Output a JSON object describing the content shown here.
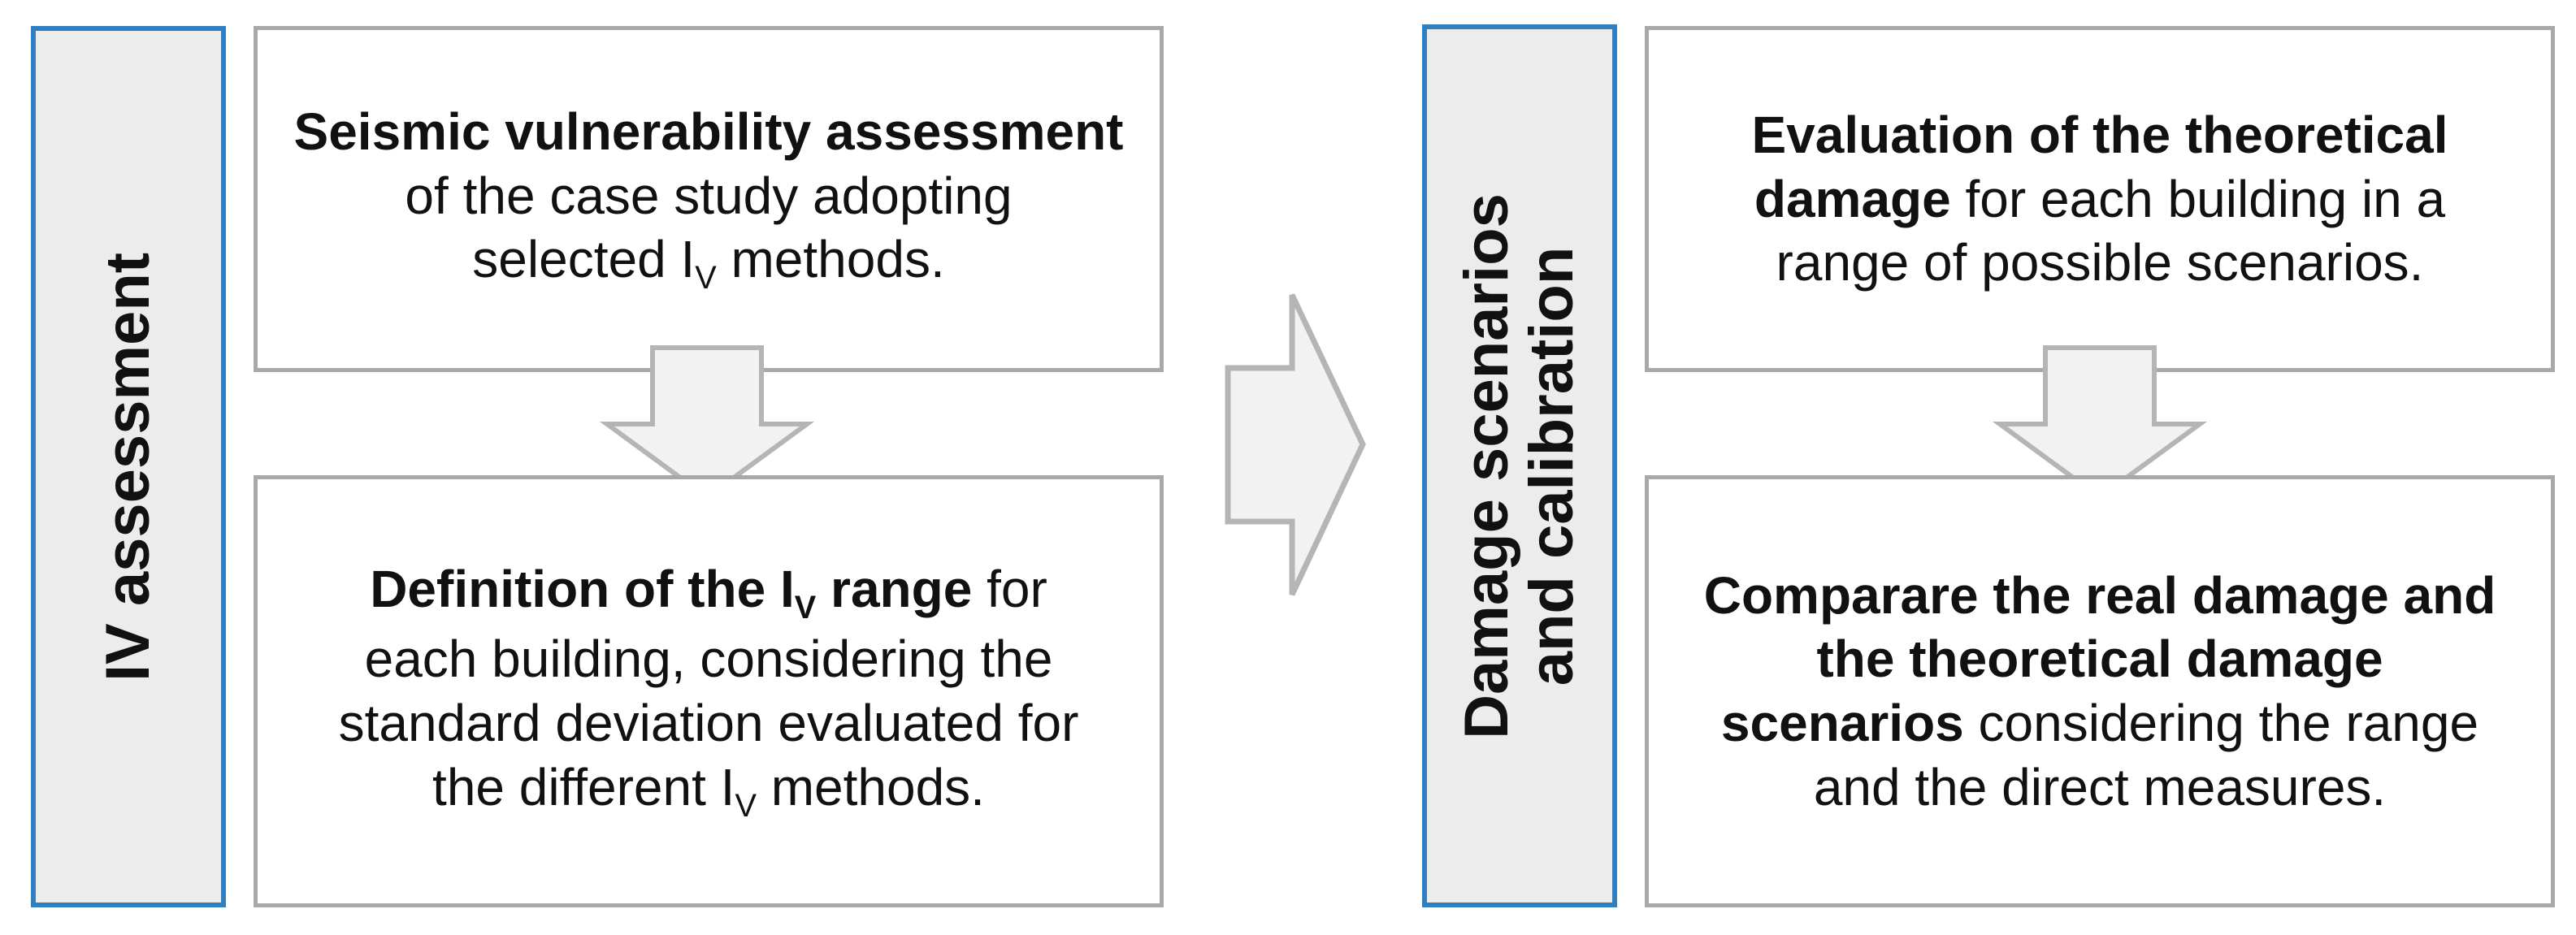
{
  "left_panel": {
    "title": "IV assessment",
    "step1": {
      "bold": "Seismic vulnerability assessment",
      "text_a": "of the case study adopting",
      "text_b": "selected I",
      "sub": "V",
      "text_c": "methods."
    },
    "step2": {
      "bold_a": "Definition of the I",
      "bold_sub": "V",
      "bold_b": "range",
      "text_a": "for",
      "text_b": "each building, considering the",
      "text_c": "standard deviation evaluated for",
      "text_d": "the different I",
      "sub": "V",
      "text_e": "methods."
    }
  },
  "right_panel": {
    "title_line1": "Damage scenarios",
    "title_line2": "and calibration",
    "step1": {
      "bold_a": "Evaluation of the theoretical",
      "bold_b": "damage",
      "text_a": "for each building in a",
      "text_b": "range of possible scenarios."
    },
    "step2": {
      "bold_a": "Comparare the real damage and",
      "bold_b": "the theoretical damage",
      "bold_c": "scenarios",
      "text_a": "considering the range",
      "text_b": "and the direct measures."
    }
  },
  "colors": {
    "accent_border": "#2f7fc1",
    "box_border": "#a8a8a8",
    "side_fill": "#ececec",
    "arrow_fill": "#f2f2f2",
    "arrow_stroke": "#b5b5b5"
  }
}
